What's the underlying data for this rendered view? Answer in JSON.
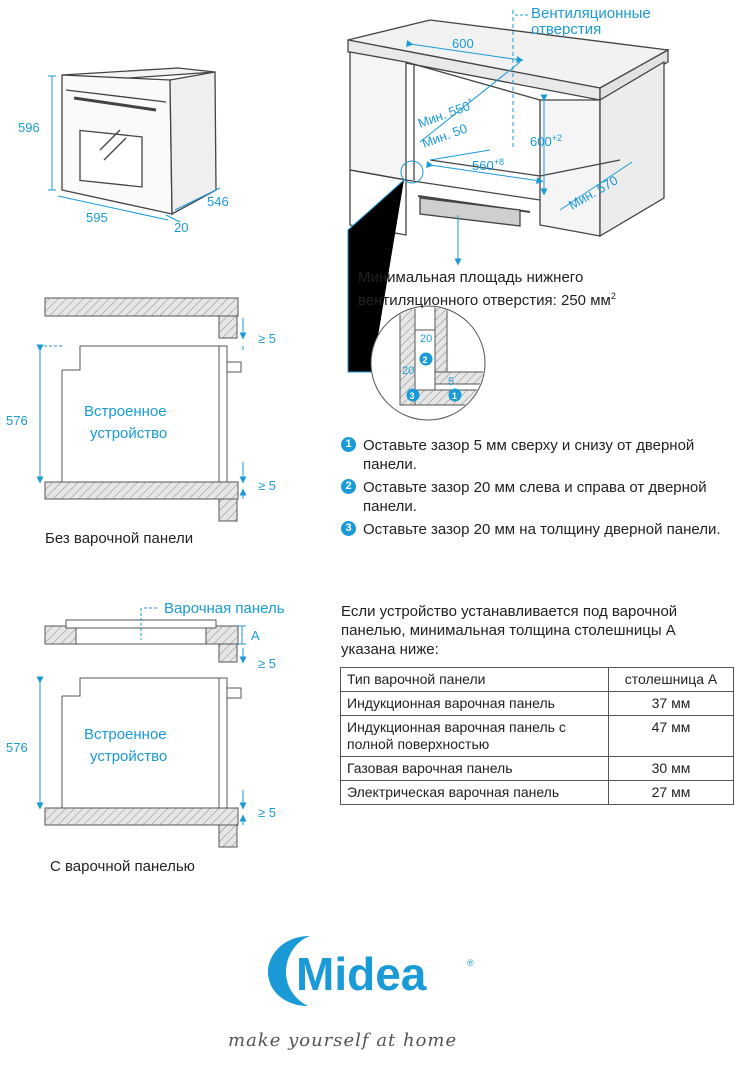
{
  "oven_dims": {
    "height": "596",
    "width": "595",
    "depth": "546",
    "door": "20"
  },
  "cabinet": {
    "vent_label_1": "Вентиляционные",
    "vent_label_2": "отверстия",
    "width": "600",
    "min_550": "Мин. 550",
    "min_550_sup": "*",
    "min_50": "Мин. 50",
    "height": "600",
    "height_sup": "+2",
    "inner_width": "560",
    "inner_width_sup": "+8",
    "min_570": "Мин. 570"
  },
  "vent_area": {
    "line1": "Минимальная площадь нижнего",
    "line2": "вентиляционного отверстия: 250 мм",
    "sup": "2"
  },
  "detail": {
    "d20a": "20",
    "d20b": "20",
    "d5": "5",
    "m1": "1",
    "m2": "2",
    "m3": "3"
  },
  "notes": [
    {
      "num": "1",
      "text": "Оставьте зазор 5 мм сверху и снизу от дверной панели."
    },
    {
      "num": "2",
      "text": "Оставьте зазор 20 мм слева и справа от дверной панели."
    },
    {
      "num": "3",
      "text": "Оставьте зазор 20 мм на толщину дверной панели."
    }
  ],
  "without_hob": {
    "height": "576",
    "gap_top": "≥ 5",
    "gap_bottom": "≥ 5",
    "device_1": "Встроенное",
    "device_2": "устройство",
    "caption": "Без варочной панели"
  },
  "with_hob": {
    "hob_label": "Варочная панель",
    "a_label": "A",
    "height": "576",
    "gap_top": "≥ 5",
    "gap_bottom": "≥ 5",
    "device_1": "Встроенное",
    "device_2": "устройство",
    "caption": "С варочной панелью"
  },
  "intro": "Если устройство устанавливается под варочной панелью, минимальная толщина столешницы A указана ниже:",
  "table": {
    "headers": [
      "Тип варочной панели",
      "столешница A"
    ],
    "rows": [
      [
        "Индукционная варочная панель",
        "37 мм"
      ],
      [
        "Индукционная варочная панель с полной поверхностью",
        "47 мм"
      ],
      [
        "Газовая варочная панель",
        "30 мм"
      ],
      [
        "Электрическая варочная панель",
        "27 мм"
      ]
    ]
  },
  "brand": {
    "name": "Midea",
    "reg": "®",
    "slogan": "make yourself at home"
  },
  "colors": {
    "accent": "#1a9ad6",
    "line": "#555555",
    "hatch_fill": "#e6e6e6"
  }
}
